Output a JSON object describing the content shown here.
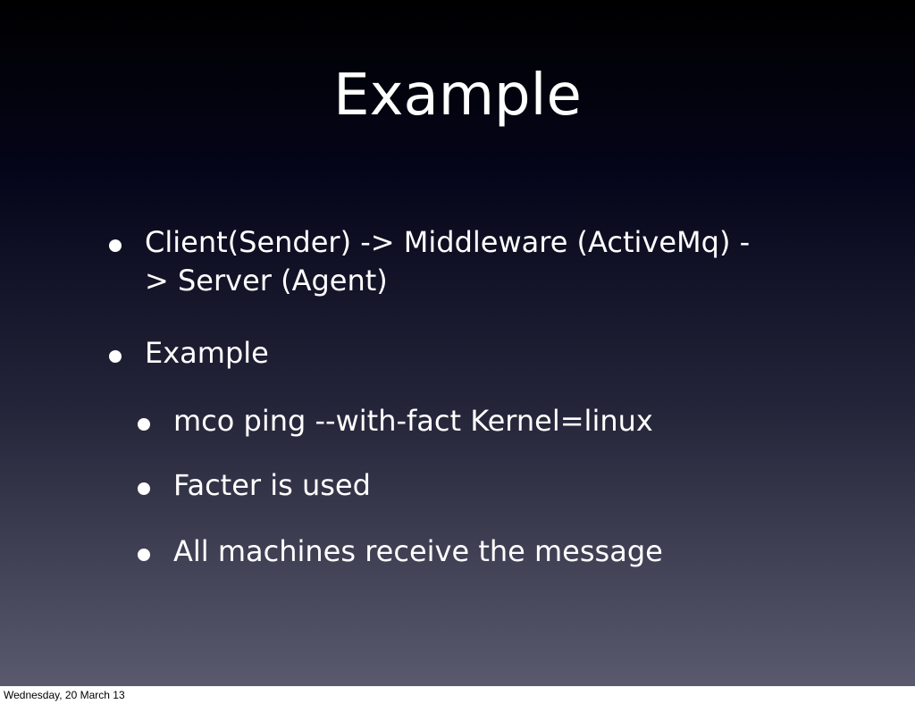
{
  "slide": {
    "title": "Example",
    "bullets": [
      {
        "level": 1,
        "text": "Client(Sender) -> Middleware (ActiveMq) -\n> Server (Agent)"
      },
      {
        "level": 1,
        "text": "Example"
      },
      {
        "level": 2,
        "text": "mco ping --with-fact Kernel=linux"
      },
      {
        "level": 2,
        "text": "Facter is used"
      },
      {
        "level": 2,
        "text": "All machines receive the message"
      }
    ]
  },
  "footer": {
    "date": "Wednesday, 20 March 13"
  },
  "colors": {
    "text": "#ffffff",
    "background_top": "#000000",
    "background_bottom": "#5a5a6e"
  }
}
